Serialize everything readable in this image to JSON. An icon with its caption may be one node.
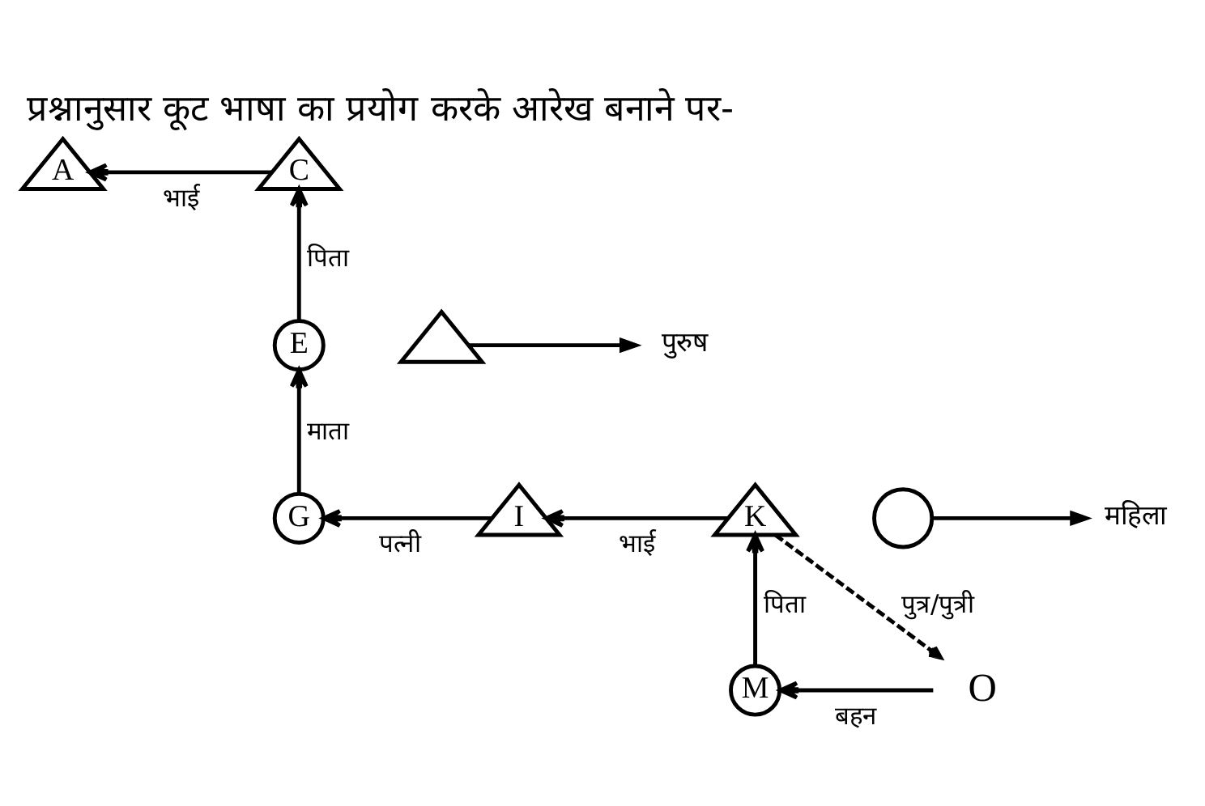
{
  "diagram": {
    "title": "प्रश्नानुसार कूट भाषा का प्रयोग करके आरेख बनाने पर-",
    "nodes": [
      {
        "text": [
          "A"
        ]
      },
      {
        "text": [
          "C"
        ]
      },
      {
        "text": [
          "E"
        ]
      },
      {
        "text": [
          "G"
        ]
      },
      {
        "text": [
          "I"
        ]
      },
      {
        "text": [
          "K"
        ]
      },
      {
        "text": [
          "M"
        ]
      },
      {
        "text": [
          "O"
        ]
      },
      {
        "text": [],
        "shape": "triangle"
      },
      {
        "text": [
          "पुरुष"
        ]
      },
      {
        "text": [],
        "shape": "circle"
      },
      {
        "text": [
          "महिला"
        ]
      }
    ],
    "edges": [
      {
        "from": 1,
        "to": 0,
        "arrow": "to",
        "label": "भाई"
      },
      {
        "from": 2,
        "to": 1,
        "arrow": "to",
        "label": "पिता"
      },
      {
        "from": 3,
        "to": 2,
        "arrow": "to",
        "label": "माता"
      },
      {
        "from": 4,
        "to": 3,
        "arrow": "to",
        "label": "पत्नी"
      },
      {
        "from": 5,
        "to": 4,
        "arrow": "to",
        "label": "भाई"
      },
      {
        "from": 6,
        "to": 5,
        "arrow": "to",
        "label": "पिता"
      },
      {
        "from": 7,
        "to": 6,
        "arrow": "to",
        "label": "बहन"
      },
      {
        "from": 5,
        "to": 7,
        "arrow": "to",
        "label": "पुत्र/पुत्री",
        "style": "dashed"
      },
      {
        "from": 8,
        "to": 9,
        "arrow": "to"
      },
      {
        "from": 10,
        "to": 11,
        "arrow": "to"
      }
    ]
  }
}
